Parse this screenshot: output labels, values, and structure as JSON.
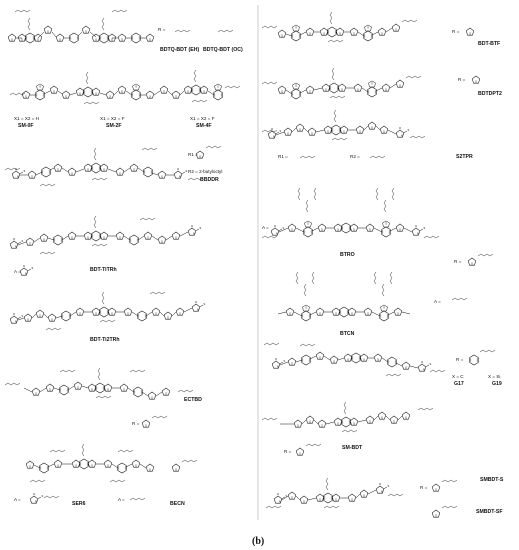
{
  "caption": "(b)",
  "left_column": {
    "bdtq": {
      "labels": [
        "BDTQ-BDT (EH)",
        "BDTQ-BDT (OC)"
      ],
      "r_label": "R ="
    },
    "sm0f": {
      "name": "SM-0F",
      "cond": "X1 = X2 = H"
    },
    "sm2f": {
      "name": "SM-2F",
      "cond": "X1 = X2 = F"
    },
    "sm4f": {
      "name": "SM-4F",
      "cond": "X1 = X2 = F"
    },
    "bbddr": {
      "name": "BBDDR",
      "r1": "R1 =",
      "r2": "R2 = 2-butyloctyl"
    },
    "bdt_titrh": {
      "name": "BDT-TiTRh"
    },
    "bdt_ti2trh": {
      "name": "BDT-Ti2TRh",
      "a_label": "A ="
    },
    "ectbd": {
      "name": "ECTBD",
      "r_label": "R ="
    },
    "ser6": {
      "name": "SER6",
      "a_label": "A ="
    },
    "becn": {
      "name": "BECN",
      "a_label": "A ="
    }
  },
  "right_column": {
    "bdt_btf": {
      "name": "BDT-BTF",
      "r_label": "R ="
    },
    "bdtdpt": {
      "name": "BDTDPT2",
      "r_label": "R ="
    },
    "s2tpr": {
      "name": "S2TPR",
      "r1": "R1 =",
      "r2": "R2 ="
    },
    "btro": {
      "name": "BTRO",
      "a_label": "A =",
      "r_label": "R ="
    },
    "btcn": {
      "name": "BTCN",
      "a_label": "A ="
    },
    "g17_g19": {
      "x_c": "X = C",
      "x_si": "X = Si",
      "g17": "G17",
      "g19": "G19",
      "r_label": "R ="
    },
    "sm_bdt": {
      "name": "SM-BDT",
      "r_label": "R ="
    },
    "smbdt": {
      "name_s": "SMBDT-S",
      "name_sf": "SMBDT-SF",
      "r_label": "R ="
    }
  }
}
